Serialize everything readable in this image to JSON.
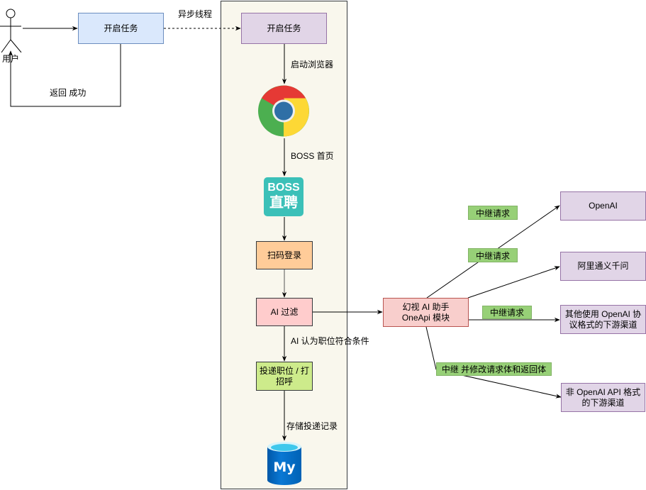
{
  "actor": {
    "label": "用户",
    "icon": "stick-figure-user-icon"
  },
  "start_task_left": {
    "label": "开启任务",
    "fill": "#dae8fc",
    "stroke": "#6c8ebf"
  },
  "return_label": "返回 成功",
  "async_label": "异步线程",
  "pipeline": {
    "container_fill": "#f9f7ed",
    "start_task": {
      "label": "开启任务",
      "fill": "#e1d5e7",
      "stroke": "#9673a6"
    },
    "edge_launch_browser": "启动浏览器",
    "chrome": {
      "icon": "chrome-browser-icon"
    },
    "edge_boss_home": "BOSS 首页",
    "boss_logo": {
      "icon": "boss-zhipin-logo-icon",
      "line1": "BOSS",
      "line2": "直聘",
      "color": "#3bc0b8"
    },
    "scan_login": {
      "label": "扫码登录",
      "fill": "#ffcc99",
      "stroke": "#36393d"
    },
    "ai_filter": {
      "label": "AI 过滤",
      "fill": "#ffcccc",
      "stroke": "#36393d"
    },
    "edge_ai_match": "AI 认为职位符合条件",
    "apply": {
      "line1": "投递职位 / 打",
      "line2": "招呼",
      "fill": "#cdeb8b",
      "stroke": "#36393d"
    },
    "edge_store": "存储投递记录",
    "mysql": {
      "icon": "mysql-database-icon",
      "text": "My"
    }
  },
  "oneapi": {
    "line1": "幻视 AI 助手",
    "line2": "OneApi 模块",
    "fill": "#f8cecc",
    "stroke": "#b85450"
  },
  "relay_labels": {
    "openai_top": "中继请求",
    "openai_mid": "中继请求",
    "others": "中继请求",
    "non_openai": "中继 并修改请求体和返回体"
  },
  "targets": {
    "openai": {
      "label": "OpenAI"
    },
    "qwen": {
      "label": "阿里通义千问"
    },
    "compatible": {
      "line1": "其他使用 OpenAI 协",
      "line2": "议格式的下游渠道"
    },
    "non_compatible": {
      "line1": "非 OpenAI API 格式",
      "line2": "的下游渠道"
    },
    "fill": "#e1d5e7",
    "stroke": "#9673a6"
  }
}
